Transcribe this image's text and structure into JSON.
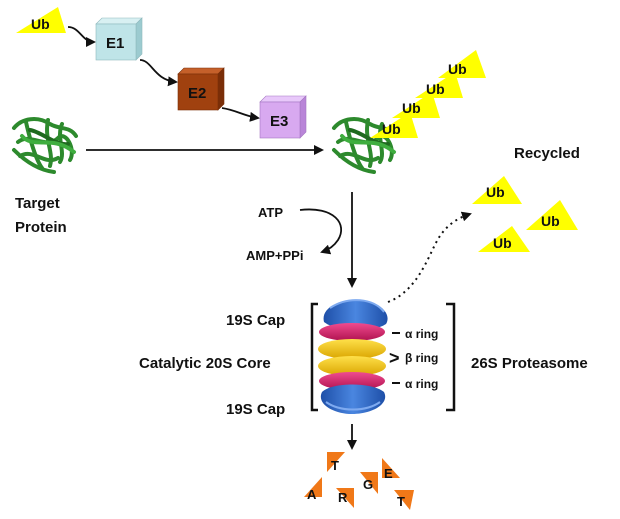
{
  "ub_label": "Ub",
  "enzymes": {
    "e1": "E1",
    "e2": "E2",
    "e3": "E3"
  },
  "target_protein": {
    "line1": "Target",
    "line2": "Protein"
  },
  "recycled": "Recycled",
  "atp": "ATP",
  "amp": "AMP+PPi",
  "proteasome": {
    "cap_top": "19S Cap",
    "core": "Catalytic 20S Core",
    "cap_bottom": "19S Cap",
    "alpha_ring_top": "α ring",
    "beta_ring": "β ring",
    "beta_gt": ">",
    "alpha_ring_bottom": "α ring",
    "name": "26S Proteasome"
  },
  "peptide_letters": [
    "T",
    "A",
    "R",
    "G",
    "E",
    "T"
  ],
  "colors": {
    "ub": "#ffff00",
    "e1": "#bfe4e8",
    "e2": "#a0410f",
    "e3": "#d8a9f0",
    "protein": "#2d8a2d",
    "cap": "#2f6bc7",
    "alpha": "#d81e6e",
    "beta": "#f2c300",
    "peptide": "#f07818"
  }
}
